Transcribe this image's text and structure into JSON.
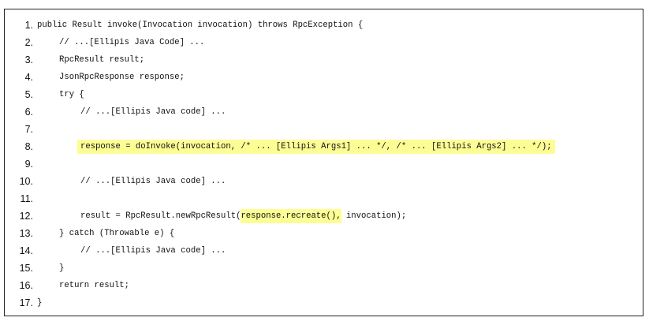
{
  "highlight_color": "#fdfd96",
  "lines": [
    {
      "n": "1.",
      "indent": 0,
      "text": "public Result invoke(Invocation invocation) throws RpcException {"
    },
    {
      "n": "2.",
      "indent": 1,
      "text": "// ...[Ellipis Java Code] ..."
    },
    {
      "n": "3.",
      "indent": 1,
      "text": "RpcResult result;"
    },
    {
      "n": "4.",
      "indent": 1,
      "text": "JsonRpcResponse response;"
    },
    {
      "n": "5.",
      "indent": 1,
      "text": "try {"
    },
    {
      "n": "6.",
      "indent": 2,
      "text": "// ...[Ellipis Java code] ..."
    },
    {
      "n": "7.",
      "indent": 2,
      "text": ""
    },
    {
      "n": "8.",
      "indent": 2,
      "text": "response = doInvoke(invocation, /* ... [Ellipis Args1] ... */, /* ... [Ellipis Args2] ... */);",
      "highlighted": true
    },
    {
      "n": "9.",
      "indent": 2,
      "text": ""
    },
    {
      "n": "10.",
      "indent": 2,
      "text": "// ...[Ellipis Java code] ..."
    },
    {
      "n": "11.",
      "indent": 2,
      "text": ""
    },
    {
      "n": "12.",
      "indent": 2,
      "pre": "result = RpcResult.newRpcResult(",
      "hl": "response.recreate(),",
      "post": " invocation);"
    },
    {
      "n": "13.",
      "indent": 1,
      "text": "} catch (Throwable e) {"
    },
    {
      "n": "14.",
      "indent": 2,
      "text": "// ...[Ellipis Java code] ..."
    },
    {
      "n": "15.",
      "indent": 1,
      "text": "}"
    },
    {
      "n": "16.",
      "indent": 1,
      "text": "return result;"
    },
    {
      "n": "17.",
      "indent": 0,
      "text": "}"
    }
  ]
}
